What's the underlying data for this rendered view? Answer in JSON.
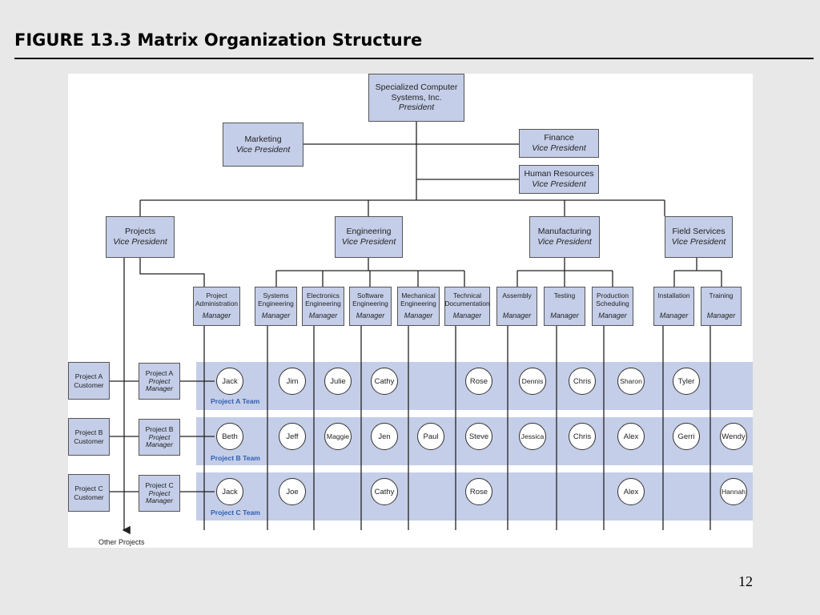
{
  "slide": {
    "title": "FIGURE 13.3   Matrix Organization Structure",
    "page_number": "12"
  },
  "org": {
    "president": {
      "name": "Specialized Computer Systems, Inc.",
      "role": "President"
    },
    "marketing": {
      "name": "Marketing",
      "role": "Vice President"
    },
    "finance": {
      "name": "Finance",
      "role": "Vice President"
    },
    "human_resources": {
      "name": "Human Resources",
      "role": "Vice President"
    },
    "projects": {
      "name": "Projects",
      "role": "Vice President"
    },
    "engineering": {
      "name": "Engineering",
      "role": "Vice President"
    },
    "manufacturing": {
      "name": "Manufacturing",
      "role": "Vice President"
    },
    "field_services": {
      "name": "Field Services",
      "role": "Vice President"
    },
    "project_admin": {
      "name": "Project Administration",
      "role": "Manager"
    },
    "systems_eng": {
      "name": "Systems Engineering",
      "role": "Manager"
    },
    "electronics_eng": {
      "name": "Electronics Engineering",
      "role": "Manager"
    },
    "software_eng": {
      "name": "Software Engineering",
      "role": "Manager"
    },
    "mechanical_eng": {
      "name": "Mechanical Engineering",
      "role": "Manager"
    },
    "technical_doc": {
      "name": "Technical Documentation",
      "role": "Manager"
    },
    "assembly": {
      "name": "Assembly",
      "role": "Manager"
    },
    "testing": {
      "name": "Testing",
      "role": "Manager"
    },
    "production_sched": {
      "name": "Production Scheduling",
      "role": "Manager"
    },
    "installation": {
      "name": "Installation",
      "role": "Manager"
    },
    "training": {
      "name": "Training",
      "role": "Manager"
    }
  },
  "projects": [
    {
      "customer": "Project A Customer",
      "manager_name": "Project A",
      "manager_role": "Project Manager",
      "team_label": "Project A Team",
      "members": [
        "Jack",
        "Jim",
        "Julie",
        "Cathy",
        "",
        "Rose",
        "Dennis",
        "Chris",
        "Sharon",
        "Tyler",
        ""
      ]
    },
    {
      "customer": "Project B Customer",
      "manager_name": "Project B",
      "manager_role": "Project Manager",
      "team_label": "Project B Team",
      "members": [
        "Beth",
        "Jeff",
        "Maggie",
        "Jen",
        "Paul",
        "Steve",
        "Jessica",
        "Chris",
        "Alex",
        "Gerri",
        "Wendy"
      ]
    },
    {
      "customer": "Project C Customer",
      "manager_name": "Project C",
      "manager_role": "Project Manager",
      "team_label": "Project C Team",
      "members": [
        "Jack",
        "Joe",
        "",
        "Cathy",
        "",
        "Rose",
        "",
        "",
        "Alex",
        "",
        "Hannah"
      ]
    }
  ],
  "other_projects": "Other Projects",
  "colors": {
    "box_fill": "#c4cee8",
    "band_fill": "#c4cee8",
    "team_label": "#2f5fb3",
    "line": "#222222"
  }
}
